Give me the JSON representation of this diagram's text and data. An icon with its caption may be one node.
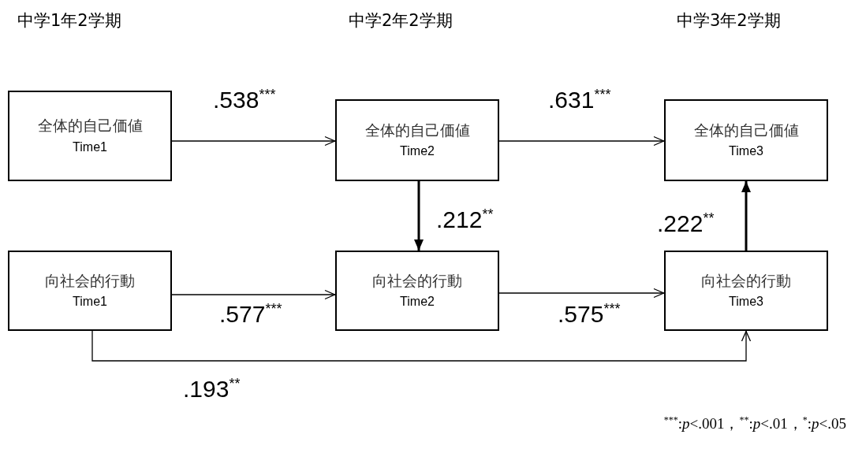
{
  "diagram": {
    "nodes": [
      {
        "text": [
          "全体的自己価値",
          "Time1"
        ]
      },
      {
        "text": [
          "全体的自己価値",
          "Time2"
        ]
      },
      {
        "text": [
          "全体的自己価値",
          "Time3"
        ]
      },
      {
        "text": [
          "向社会的行動",
          "Time1"
        ]
      },
      {
        "text": [
          "向社会的行動",
          "Time2"
        ]
      },
      {
        "text": [
          "向社会的行動",
          "Time3"
        ]
      }
    ],
    "edges": [
      {
        "from": 0,
        "to": 1,
        "arrow": "to",
        "label": ".538$^{***}$"
      },
      {
        "from": 1,
        "to": 2,
        "arrow": "to",
        "label": ".631$^{***}$"
      },
      {
        "from": 1,
        "to": 4,
        "arrow": "to",
        "label": ".212$^{**}$",
        "style": "thick"
      },
      {
        "from": 3,
        "to": 4,
        "arrow": "to",
        "label": ".577$^{***}$"
      },
      {
        "from": 4,
        "to": 5,
        "arrow": "to",
        "label": ".575$^{***}$"
      },
      {
        "from": 5,
        "to": 2,
        "arrow": "to",
        "label": ".222$^{**}$",
        "style": "thick"
      },
      {
        "from": 3,
        "to": 5,
        "arrow": "to",
        "label": ".193$^{**}$"
      }
    ],
    "labels": [
      "中学1年2学期",
      "中学2年2学期",
      "中学3年2学期",
      "$^{***}$:*p*<.001，$^{**}$:*p*<.01，$^{*}$:*p*<.05"
    ]
  }
}
